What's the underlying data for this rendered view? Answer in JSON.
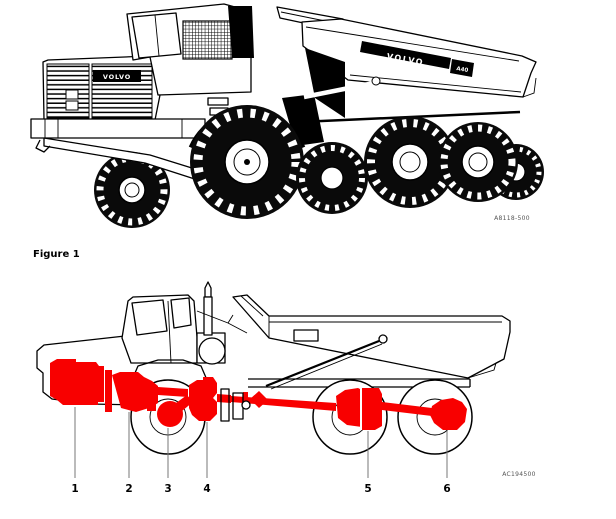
{
  "figure_label": "Figure 1",
  "colors": {
    "highlight_red": "#f80000",
    "line_black": "#000000"
  },
  "top_figure": {
    "branding": {
      "grille": "VOLVO",
      "body": "VOLVO",
      "model": "A40"
    },
    "image_code": "A8118-500"
  },
  "bottom_figure": {
    "image_code": "AC194500",
    "callouts": [
      {
        "label": "1"
      },
      {
        "label": "2"
      },
      {
        "label": "3"
      },
      {
        "label": "4"
      },
      {
        "label": "5"
      },
      {
        "label": "6"
      }
    ]
  }
}
